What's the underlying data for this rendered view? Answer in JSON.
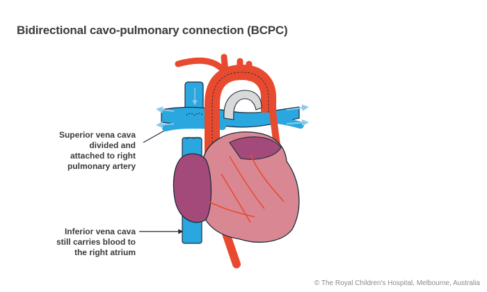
{
  "title": "Bidirectional cavo-pulmonary connection (BCPC)",
  "labels": {
    "svc": [
      "Superior vena cava",
      "divided and",
      "attached to right",
      "pulmonary artery"
    ],
    "ivc": [
      "Inferior vena cava",
      "still carries blood to",
      "the right atrium"
    ]
  },
  "copyright": "© The Royal Children's Hospital, Melbourne, Australia",
  "colors": {
    "vein_blue": "#2aa7df",
    "artery_red": "#e84a2f",
    "heart_pink": "#d98893",
    "atrium_purple": "#a44a7a",
    "pulmonary_grey": "#d9d9d9",
    "vessel_outline": "#1c2a3a",
    "arrow_light_blue": "#8fc9ea"
  }
}
